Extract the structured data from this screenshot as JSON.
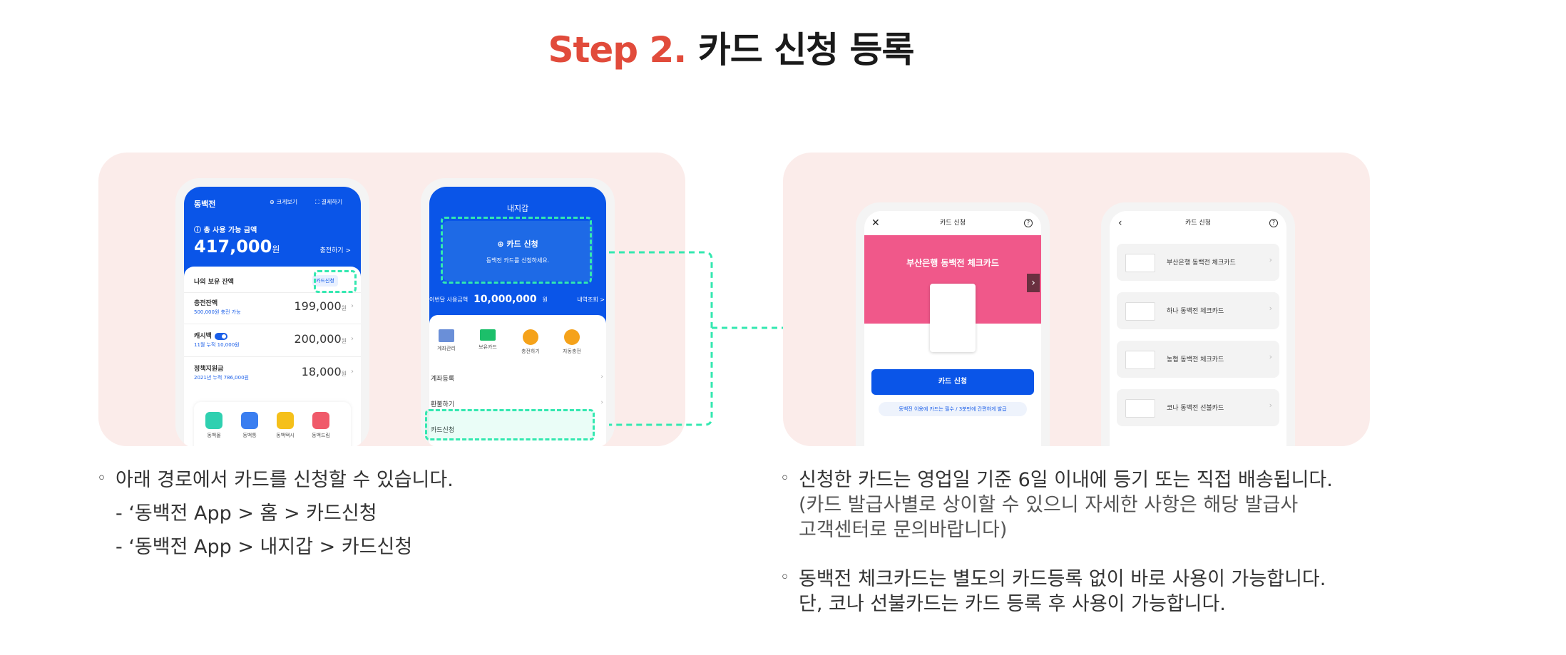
{
  "title": {
    "step": "Step 2.",
    "main": "카드 신청 등록"
  },
  "phone1": {
    "app_name": "동백전",
    "header_buttons": [
      "크게보기",
      "결제하기"
    ],
    "available_label": "총 사용 가능 금액",
    "amount": "417,000",
    "amount_unit": "원",
    "charge_link": "충전하기 >",
    "balance_label": "나의 보유 잔액",
    "card_apply_badge": "카드신청",
    "rows": [
      {
        "label": "충전잔액",
        "sub": "500,000원 충전 가능",
        "value": "199,000",
        "unit": "원"
      },
      {
        "label": "캐시백",
        "sub": "11월 누적 10,000원",
        "value": "200,000",
        "unit": "원"
      },
      {
        "label": "정책지원금",
        "sub": "2021년 누적 786,000원",
        "value": "18,000",
        "unit": "원"
      }
    ],
    "shortcuts": [
      "동백몰",
      "동백통",
      "동백택시",
      "동백드림"
    ]
  },
  "phone2": {
    "title": "내지갑",
    "card_apply_title": "카드 신청",
    "card_apply_sub": "동백전 카드를 신청하세요.",
    "usage_label": "이번달 사용금액",
    "usage_amount": "10,000,000",
    "usage_unit": "원",
    "usage_lookup": "내역조회 >",
    "quick_menu": [
      "계좌관리",
      "보유카드",
      "충전하기",
      "자동충전"
    ],
    "menu_items": [
      "계좌등록",
      "환불하기",
      "카드신청"
    ]
  },
  "phone3": {
    "title": "카드 신청",
    "hero_title": "부산은행 동백전 체크카드",
    "apply_button": "카드 신청",
    "note": "동백전 이용에 카드는 필수 / 3분만에 간편하게 발급"
  },
  "phone4": {
    "title": "카드 신청",
    "items": [
      "부산은행 동백전 체크카드",
      "하나 동백전 체크카드",
      "농협 동백전 체크카드",
      "코나 동백전 선불카드"
    ]
  },
  "left_text": {
    "bullet": "아래 경로에서 카드를 신청할 수 있습니다.",
    "paths": [
      "- ‘동백전 App > 홈 > 카드신청",
      "- ‘동백전 App > 내지갑 > 카드신청"
    ]
  },
  "right_text": {
    "bullet1": "신청한 카드는 영업일 기준 6일 이내에 등기 또는 직접 배송됩니다.",
    "bullet1_note1": "(카드 발급사별로 상이할 수 있으니 자세한 사항은 해당 발급사",
    "bullet1_note2": "고객센터로 문의바랍니다)",
    "bullet2": "동백전 체크카드는 별도의 카드등록 없이 바로 사용이 가능합니다.",
    "bullet2_line2": "단, 코나 선불카드는 카드 등록 후 사용이 가능합니다."
  },
  "colors": {
    "accent": "#e14b3b",
    "blue": "#0a55e8",
    "highlight": "#33e8b0",
    "panel": "#fbecea"
  }
}
